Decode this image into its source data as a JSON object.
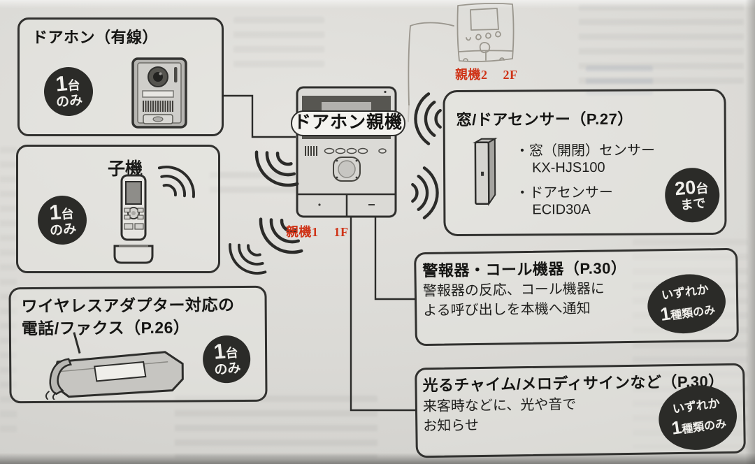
{
  "colors": {
    "annotation_red": "#cf3317",
    "badge_bg": "#2b2b28",
    "line": "#2b2b29"
  },
  "main_unit": {
    "label": "ドアホン親機",
    "annotation_name": "親機1",
    "annotation_floor": "1F"
  },
  "sketch_unit": {
    "annotation_name": "親機2",
    "annotation_floor": "2F"
  },
  "boxes": {
    "wired_doorphone": {
      "title": "ドアホン（有線）",
      "badge": {
        "big": "1",
        "suffix": "台",
        "line2": "のみ"
      }
    },
    "handset": {
      "title": "子機",
      "badge": {
        "big": "1",
        "suffix": "台",
        "line2": "のみ"
      }
    },
    "phone_fax": {
      "title_line1": "ワイヤレスアダプター対応の",
      "title_line2": "電話/ファクス（P.26）",
      "badge": {
        "big": "1",
        "suffix": "台",
        "line2": "のみ"
      }
    },
    "window_door_sensor": {
      "title": "窓/ドアセンサー（P.27）",
      "bullet": "・",
      "items": [
        {
          "name": "窓（開閉）センサー",
          "model": "KX-HJS100"
        },
        {
          "name": "ドアセンサー",
          "model": "ECID30A"
        }
      ],
      "badge": {
        "big": "20",
        "suffix": "台",
        "line2": "まで"
      }
    },
    "alarm_call": {
      "title": "警報器・コール機器（P.30）",
      "body_line1": "警報器の反応、コール機器に",
      "body_line2": "よる呼び出しを本機へ通知",
      "badge": {
        "line1": "いずれか",
        "line2_big": "1",
        "line2_rest": "種類のみ"
      }
    },
    "light_chime": {
      "title": "光るチャイム/メロディサインなど（P.30）",
      "body_line1": "来客時などに、光や音で",
      "body_line2": "お知らせ",
      "badge": {
        "line1": "いずれか",
        "line2_big": "1",
        "line2_rest": "種類のみ"
      }
    }
  }
}
